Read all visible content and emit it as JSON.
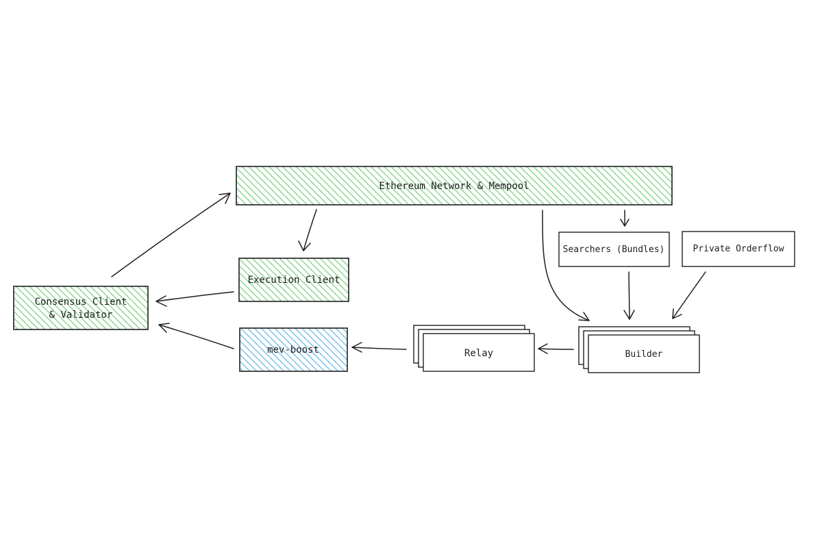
{
  "colors": {
    "green_fill": "#b2f2bb",
    "green_hatch": "#8fd694",
    "blue_fill": "#a5d8ff",
    "blue_hatch": "#7ec3e8",
    "stroke": "#1e1e1e",
    "paper": "#ffffff"
  },
  "nodes": {
    "network": "Ethereum Network & Mempool",
    "execution": "Execution Client",
    "consensus_line1": "Consensus Client",
    "consensus_line2": "& Validator",
    "mevboost": "mev-boost",
    "relay": "Relay",
    "builder": "Builder",
    "searchers": "Searchers (Bundles)",
    "orderflow": "Private Orderflow"
  },
  "edges": [
    {
      "from": "consensus",
      "to": "network"
    },
    {
      "from": "network",
      "to": "execution"
    },
    {
      "from": "execution",
      "to": "consensus"
    },
    {
      "from": "mevboost",
      "to": "consensus"
    },
    {
      "from": "relay",
      "to": "mevboost"
    },
    {
      "from": "builder",
      "to": "relay"
    },
    {
      "from": "network",
      "to": "builder"
    },
    {
      "from": "network",
      "to": "searchers"
    },
    {
      "from": "searchers",
      "to": "builder"
    },
    {
      "from": "orderflow",
      "to": "builder"
    }
  ]
}
